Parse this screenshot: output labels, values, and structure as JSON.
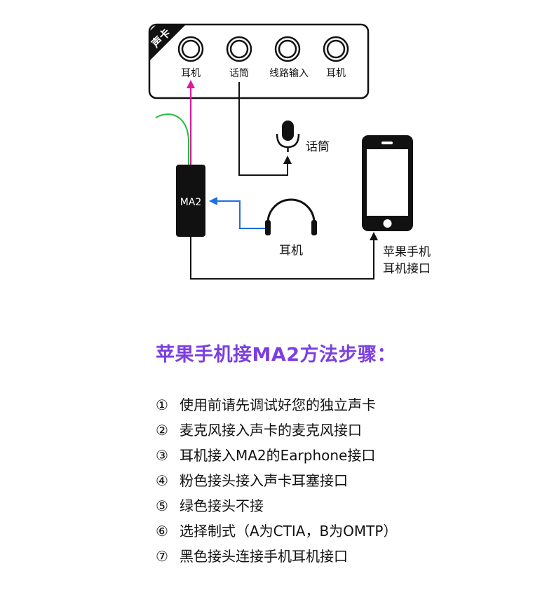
{
  "diagram": {
    "soundcard": {
      "tag": "声卡",
      "ports": [
        "耳机",
        "话筒",
        "线路输入",
        "耳机"
      ]
    },
    "mic_label": "话筒",
    "device_label": "MA2",
    "headphone_label": "耳机",
    "phone_label_line1": "苹果手机",
    "phone_label_line2": "耳机接口",
    "colors": {
      "pink": "#e0189c",
      "green": "#22c03a",
      "blue": "#1e6fe0",
      "black": "#111111",
      "title_purple": "#7b3fe0"
    }
  },
  "steps_title": "苹果手机接MA2方法步骤：",
  "steps": [
    {
      "num": "①",
      "text": "使用前请先调试好您的独立声卡"
    },
    {
      "num": "②",
      "text": "麦克风接入声卡的麦克风接口"
    },
    {
      "num": "③",
      "text": "耳机接入MA2的Earphone接口"
    },
    {
      "num": "④",
      "text": "粉色接头接入声卡耳塞接口"
    },
    {
      "num": "⑤",
      "text": "绿色接头不接"
    },
    {
      "num": "⑥",
      "text": "选择制式（A为CTIA，B为OMTP）"
    },
    {
      "num": "⑦",
      "text": "黑色接头连接手机耳机接口"
    }
  ]
}
